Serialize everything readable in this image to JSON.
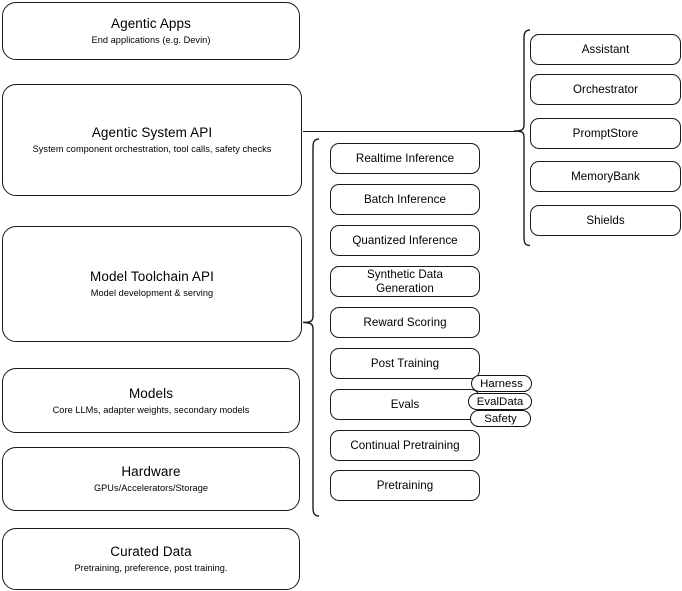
{
  "diagram": {
    "title": "LLM stack layers diagram",
    "line_color": "#1a1a1a",
    "background": "#ffffff"
  },
  "stack": {
    "layers": [
      {
        "title": "Agentic Apps",
        "subtitle": "End applications (e.g. Devin)"
      },
      {
        "title": "Agentic System API",
        "subtitle": "System component orchestration, tool calls, safety checks"
      },
      {
        "title": "Model Toolchain API",
        "subtitle": "Model development & serving"
      },
      {
        "title": "Models",
        "subtitle": "Core LLMs, adapter weights, secondary models"
      },
      {
        "title": "Hardware",
        "subtitle": "GPUs/Accelerators/Storage"
      },
      {
        "title": "Curated Data",
        "subtitle": "Pretraining, preference, post training."
      }
    ]
  },
  "toolchain_components": {
    "items": [
      {
        "label": "Realtime Inference"
      },
      {
        "label": "Batch Inference"
      },
      {
        "label": "Quantized Inference"
      },
      {
        "label": "Synthetic Data Generation"
      },
      {
        "label": "Reward Scoring"
      },
      {
        "label": "Post Training"
      },
      {
        "label": "Evals"
      },
      {
        "label": "Continual Pretraining"
      },
      {
        "label": "Pretraining"
      }
    ]
  },
  "evals_badges": {
    "items": [
      {
        "label": "Harness"
      },
      {
        "label": "EvalData"
      },
      {
        "label": "Safety"
      }
    ]
  },
  "agentic_components": {
    "items": [
      {
        "label": "Assistant"
      },
      {
        "label": "Orchestrator"
      },
      {
        "label": "PromptStore"
      },
      {
        "label": "MemoryBank"
      },
      {
        "label": "Shields"
      }
    ]
  }
}
